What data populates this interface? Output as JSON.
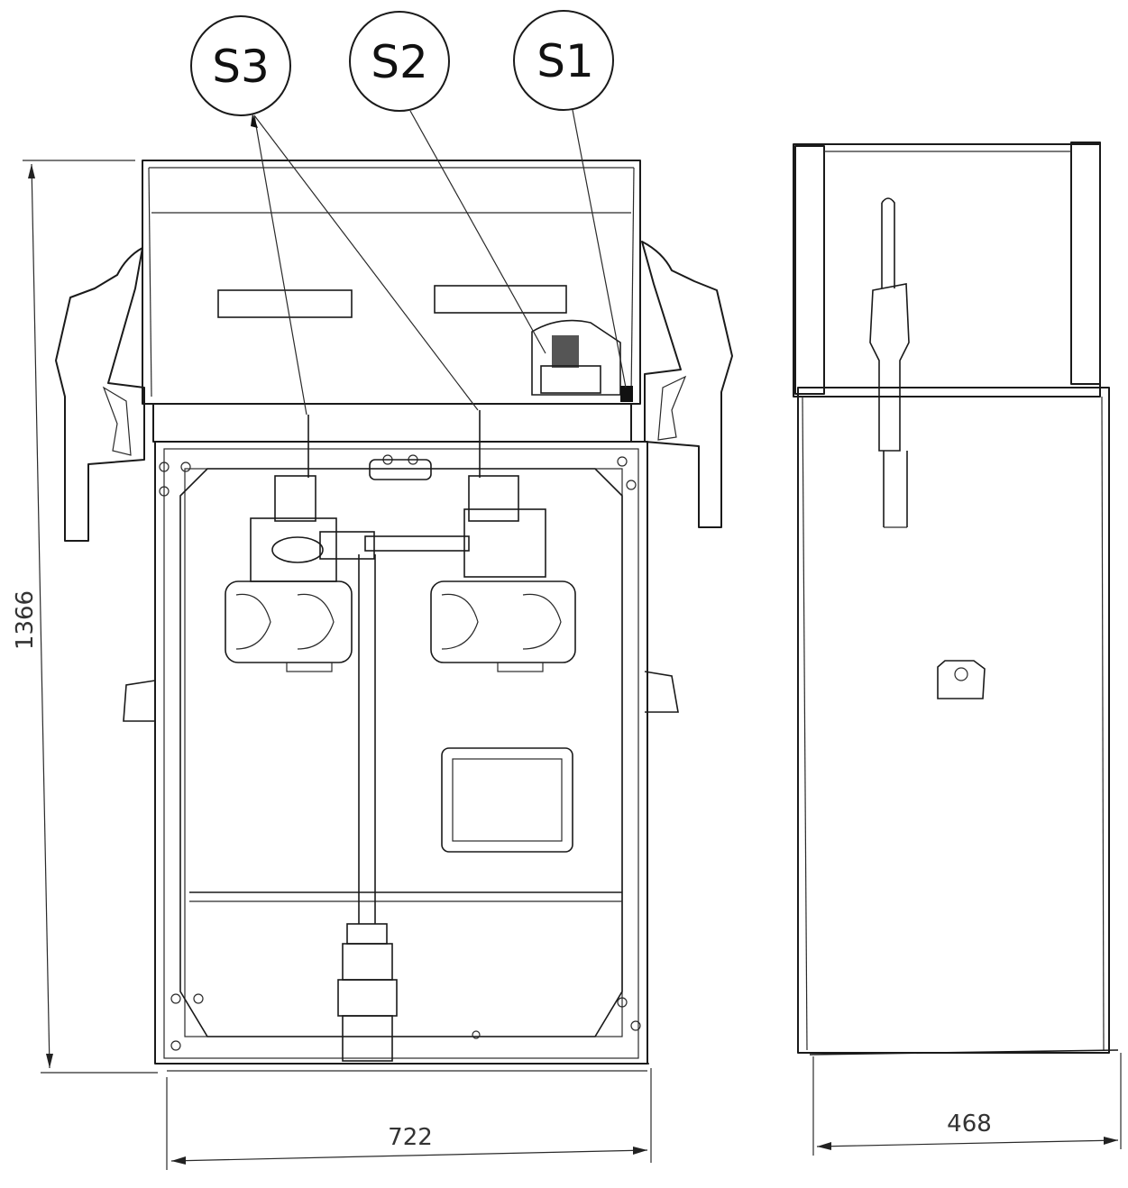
{
  "callouts": [
    {
      "id": "S3",
      "label": "S3"
    },
    {
      "id": "S2",
      "label": "S2"
    },
    {
      "id": "S1",
      "label": "S1"
    }
  ],
  "dimensions": {
    "height": "1366",
    "front_width": "722",
    "side_width": "468"
  }
}
